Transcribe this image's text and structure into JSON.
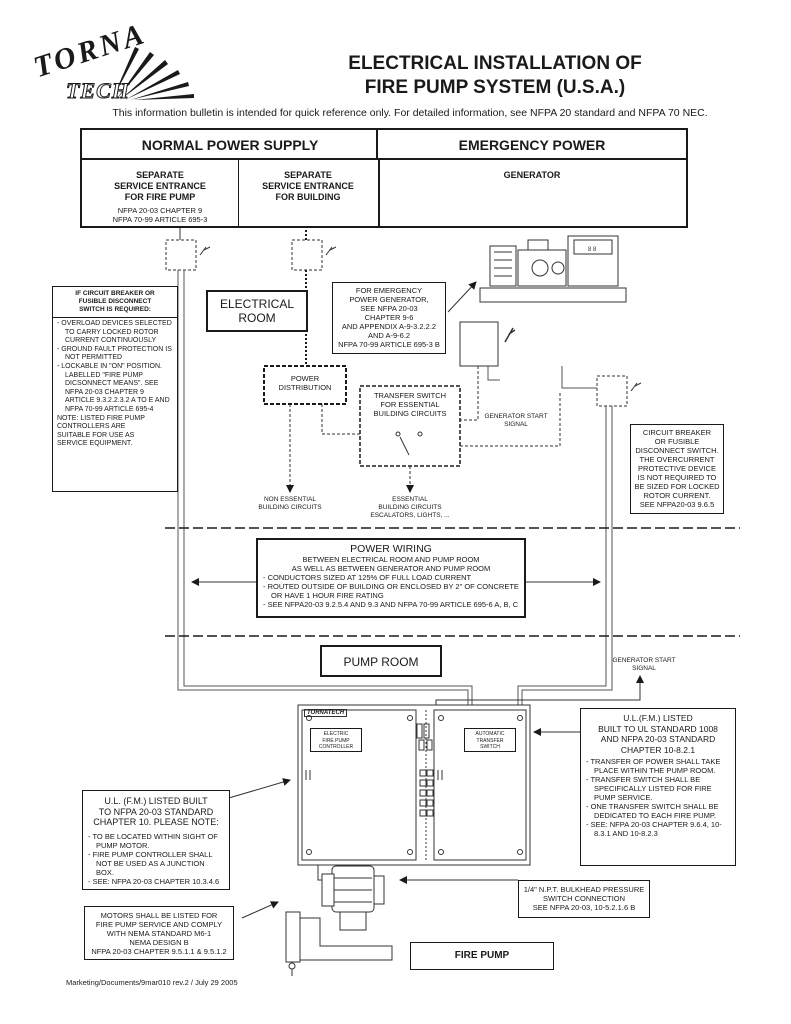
{
  "logo": {
    "word1": "TORNA",
    "word2": "TECH"
  },
  "title": {
    "line1": "ELECTRICAL INSTALLATION OF",
    "line2": "FIRE PUMP SYSTEM (U.S.A.)"
  },
  "intro": "This information bulletin is intended for quick reference only. For detailed information, see NFPA 20 standard and NFPA 70 NEC.",
  "supply_table": {
    "normal_header": "NORMAL POWER SUPPLY",
    "emergency_header": "EMERGENCY POWER",
    "col1_title": "SEPARATE\nSERVICE ENTRANCE\nFOR FIRE PUMP",
    "col1_ref": "NFPA 20-03 CHAPTER 9\nNFPA 70-99 ARTICLE 695-3",
    "col2_title": "SEPARATE\nSERVICE ENTRANCE\nFOR BUILDING",
    "col3_title": "GENERATOR"
  },
  "breaker_note": {
    "title": "IF CIRCUIT BREAKER OR\nFUSIBLE DISCONNECT\nSWITCH IS REQUIRED:",
    "items": [
      "OVERLOAD DEVICES SELECTED TO CARRY LOCKED ROTOR CURRENT CONTINUOUSLY",
      "GROUND FAULT PROTECTION IS NOT PERMITTED",
      "LOCKABLE IN \"ON\" POSITION. LABELLED \"FIRE PUMP DICSONNECT MEANS\". SEE NFPA 20-03 CHAPTER 9 ARTICLE 9.3.2.2.3.2 A TO E AND NFPA 70-99 ARTICLE 695-4"
    ],
    "note": "NOTE: LISTED FIRE PUMP\nCONTROLLERS ARE\nSUITABLE FOR USE AS\nSERVICE EQUIPMENT."
  },
  "electrical_room": "ELECTRICAL\nROOM",
  "generator_note": "FOR EMERGENCY\nPOWER GENERATOR,\nSEE NFPA 20-03\nCHAPTER 9-6\nAND APPENDIX A-9-3.2.2.2\nAND A-9-6.2\nNFPA 70-99 ARTICLE 695-3 B",
  "power_distribution": "POWER\nDISTRIBUTION",
  "transfer_switch_box": "TRANSFER SWITCH\nFOR ESSENTIAL\nBUILDING CIRCUITS",
  "generator_start_signal_top": "GENERATOR START\nSIGNAL",
  "non_essential": "NON ESSENTIAL\nBUILDING CIRCUITS",
  "essential": "ESSENTIAL\nBUILDING CIRCUITS\nESCALATORS, LIGHTS, ...",
  "right_breaker_note": "CIRCUIT BREAKER\nOR FUSIBLE\nDISCONNECT SWITCH.\nTHE OVERCURRENT\nPROTECTIVE DEVICE\nIS NOT REQUIRED TO\nBE SIZED FOR LOCKED\nROTOR CURRENT.\nSEE NFPA20-03 9.6.5",
  "power_wiring": {
    "title": "POWER WIRING",
    "subtitle": "BETWEEN ELECTRICAL ROOM AND PUMP ROOM\nAS WELL AS BETWEEN GENERATOR AND PUMP ROOM",
    "items": [
      "CONDUCTORS SIZED AT 125% OF FULL LOAD CURRENT",
      "ROUTED OUTSIDE OF BUILDING OR ENCLOSED BY 2\" OF CONCRETE OR HAVE 1 HOUR FIRE RATING",
      "SEE NFPA20-03 9.2.5.4 AND 9.3 AND NFPA 70-99 ARTICLE 695-6 A, B, C"
    ]
  },
  "pump_room": "PUMP ROOM",
  "generator_start_signal_bottom": "GENERATOR START\nSIGNAL",
  "controller": {
    "brand": "TORNATECH",
    "left_label": "ELECTRIC\nFIRE PUMP\nCONTROLLER",
    "right_label": "AUTOMATIC\nTRANSFER\nSWITCH"
  },
  "ul_listed_right": {
    "title": "U.L.(F.M.) LISTED\nBUILT TO UL STANDARD 1008\nAND NFPA 20-03 STANDARD\nCHAPTER 10-8.2.1",
    "items": [
      "TRANSFER OF POWER SHALL TAKE PLACE WITHIN THE PUMP ROOM.",
      "TRANSFER SWITCH SHALL BE SPECIFICALLY LISTED FOR FIRE PUMP SERVICE.",
      "ONE TRANSFER SWITCH SHALL BE DEDICATED TO EACH FIRE PUMP.",
      "SEE: NFPA 20-03 CHAPTER 9.6.4, 10-8.3.1 AND 10-8.2.3"
    ]
  },
  "ul_listed_left": {
    "title": "U.L. (F.M.) LISTED BUILT\nTO NFPA 20-03 STANDARD\nCHAPTER 10. PLEASE NOTE:",
    "items": [
      "TO BE LOCATED WITHIN SIGHT OF PUMP MOTOR.",
      "FIRE PUMP CONTROLLER SHALL NOT BE USED AS A JUNCTION BOX.",
      "SEE: NFPA 20-03 CHAPTER 10.3.4.6"
    ]
  },
  "pressure_note": "1/4\" N.P.T. BULKHEAD PRESSURE\nSWITCH CONNECTION\nSEE NFPA 20-03, 10-5.2.1.6 B",
  "motors_note": "MOTORS SHALL BE LISTED FOR\nFIRE PUMP SERVICE AND COMPLY\nWITH NEMA STANDARD M6-1\nNEMA DESIGN B\nNFPA 20-03 CHAPTER 9.5.1.1 & 9.5.1.2",
  "fire_pump_label": "FIRE PUMP",
  "footer": "Marketing/Documents/9mar010 rev.2 / July 29 2005"
}
